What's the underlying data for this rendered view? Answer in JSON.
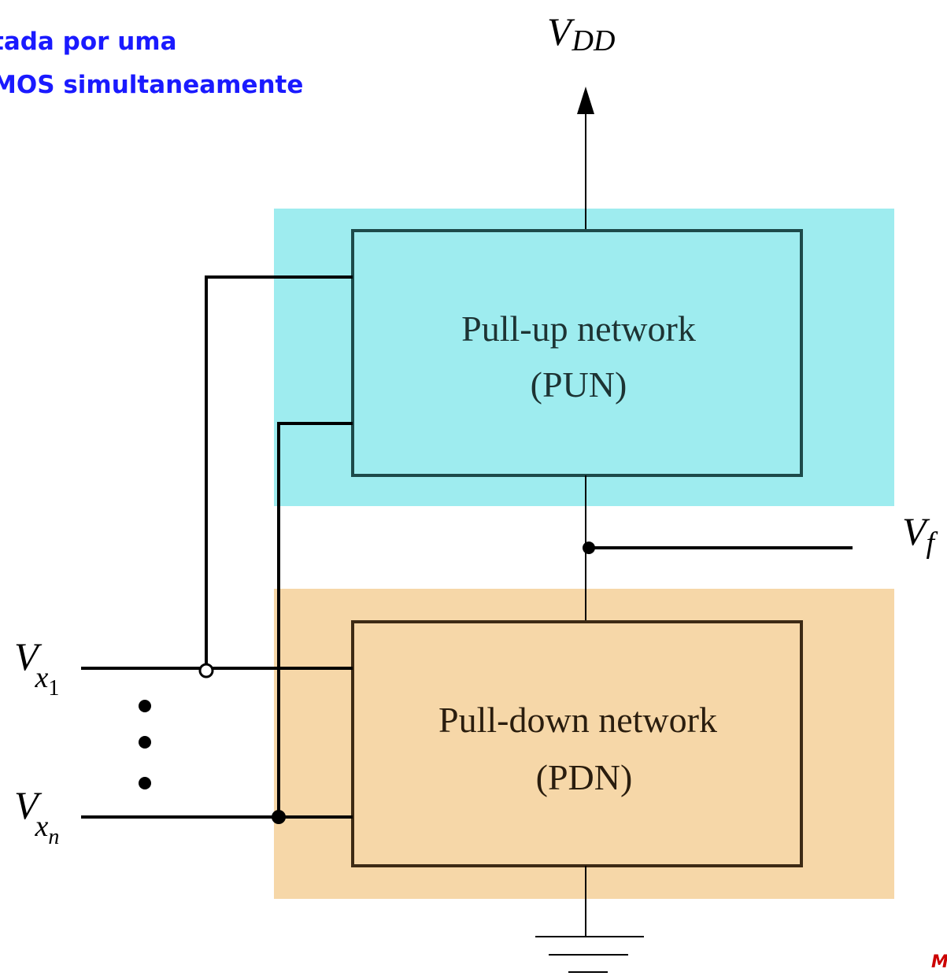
{
  "header": {
    "line1": "tada por uma",
    "line2": "MOS simultaneamente",
    "color": "#1a1aff"
  },
  "labels": {
    "vdd": {
      "main": "V",
      "sub": "DD"
    },
    "vf": {
      "main": "V",
      "sub": "f"
    },
    "vx1": {
      "main": "V",
      "sub": "x",
      "subsub": "1"
    },
    "vxn": {
      "main": "V",
      "sub": "x",
      "subsub": "n"
    }
  },
  "pun": {
    "line1": "Pull-up network",
    "line2": "(PUN)",
    "bg_color": "#9eecef"
  },
  "pdn": {
    "line1": "Pull-down network",
    "line2": "(PDN)",
    "bg_color": "#f6d7a8"
  },
  "corner_mark": {
    "text": "M",
    "color": "#cc0000"
  },
  "colors": {
    "wire": "#000000",
    "pun_border": "#1d4a4a",
    "pdn_border": "#3d2a14"
  }
}
